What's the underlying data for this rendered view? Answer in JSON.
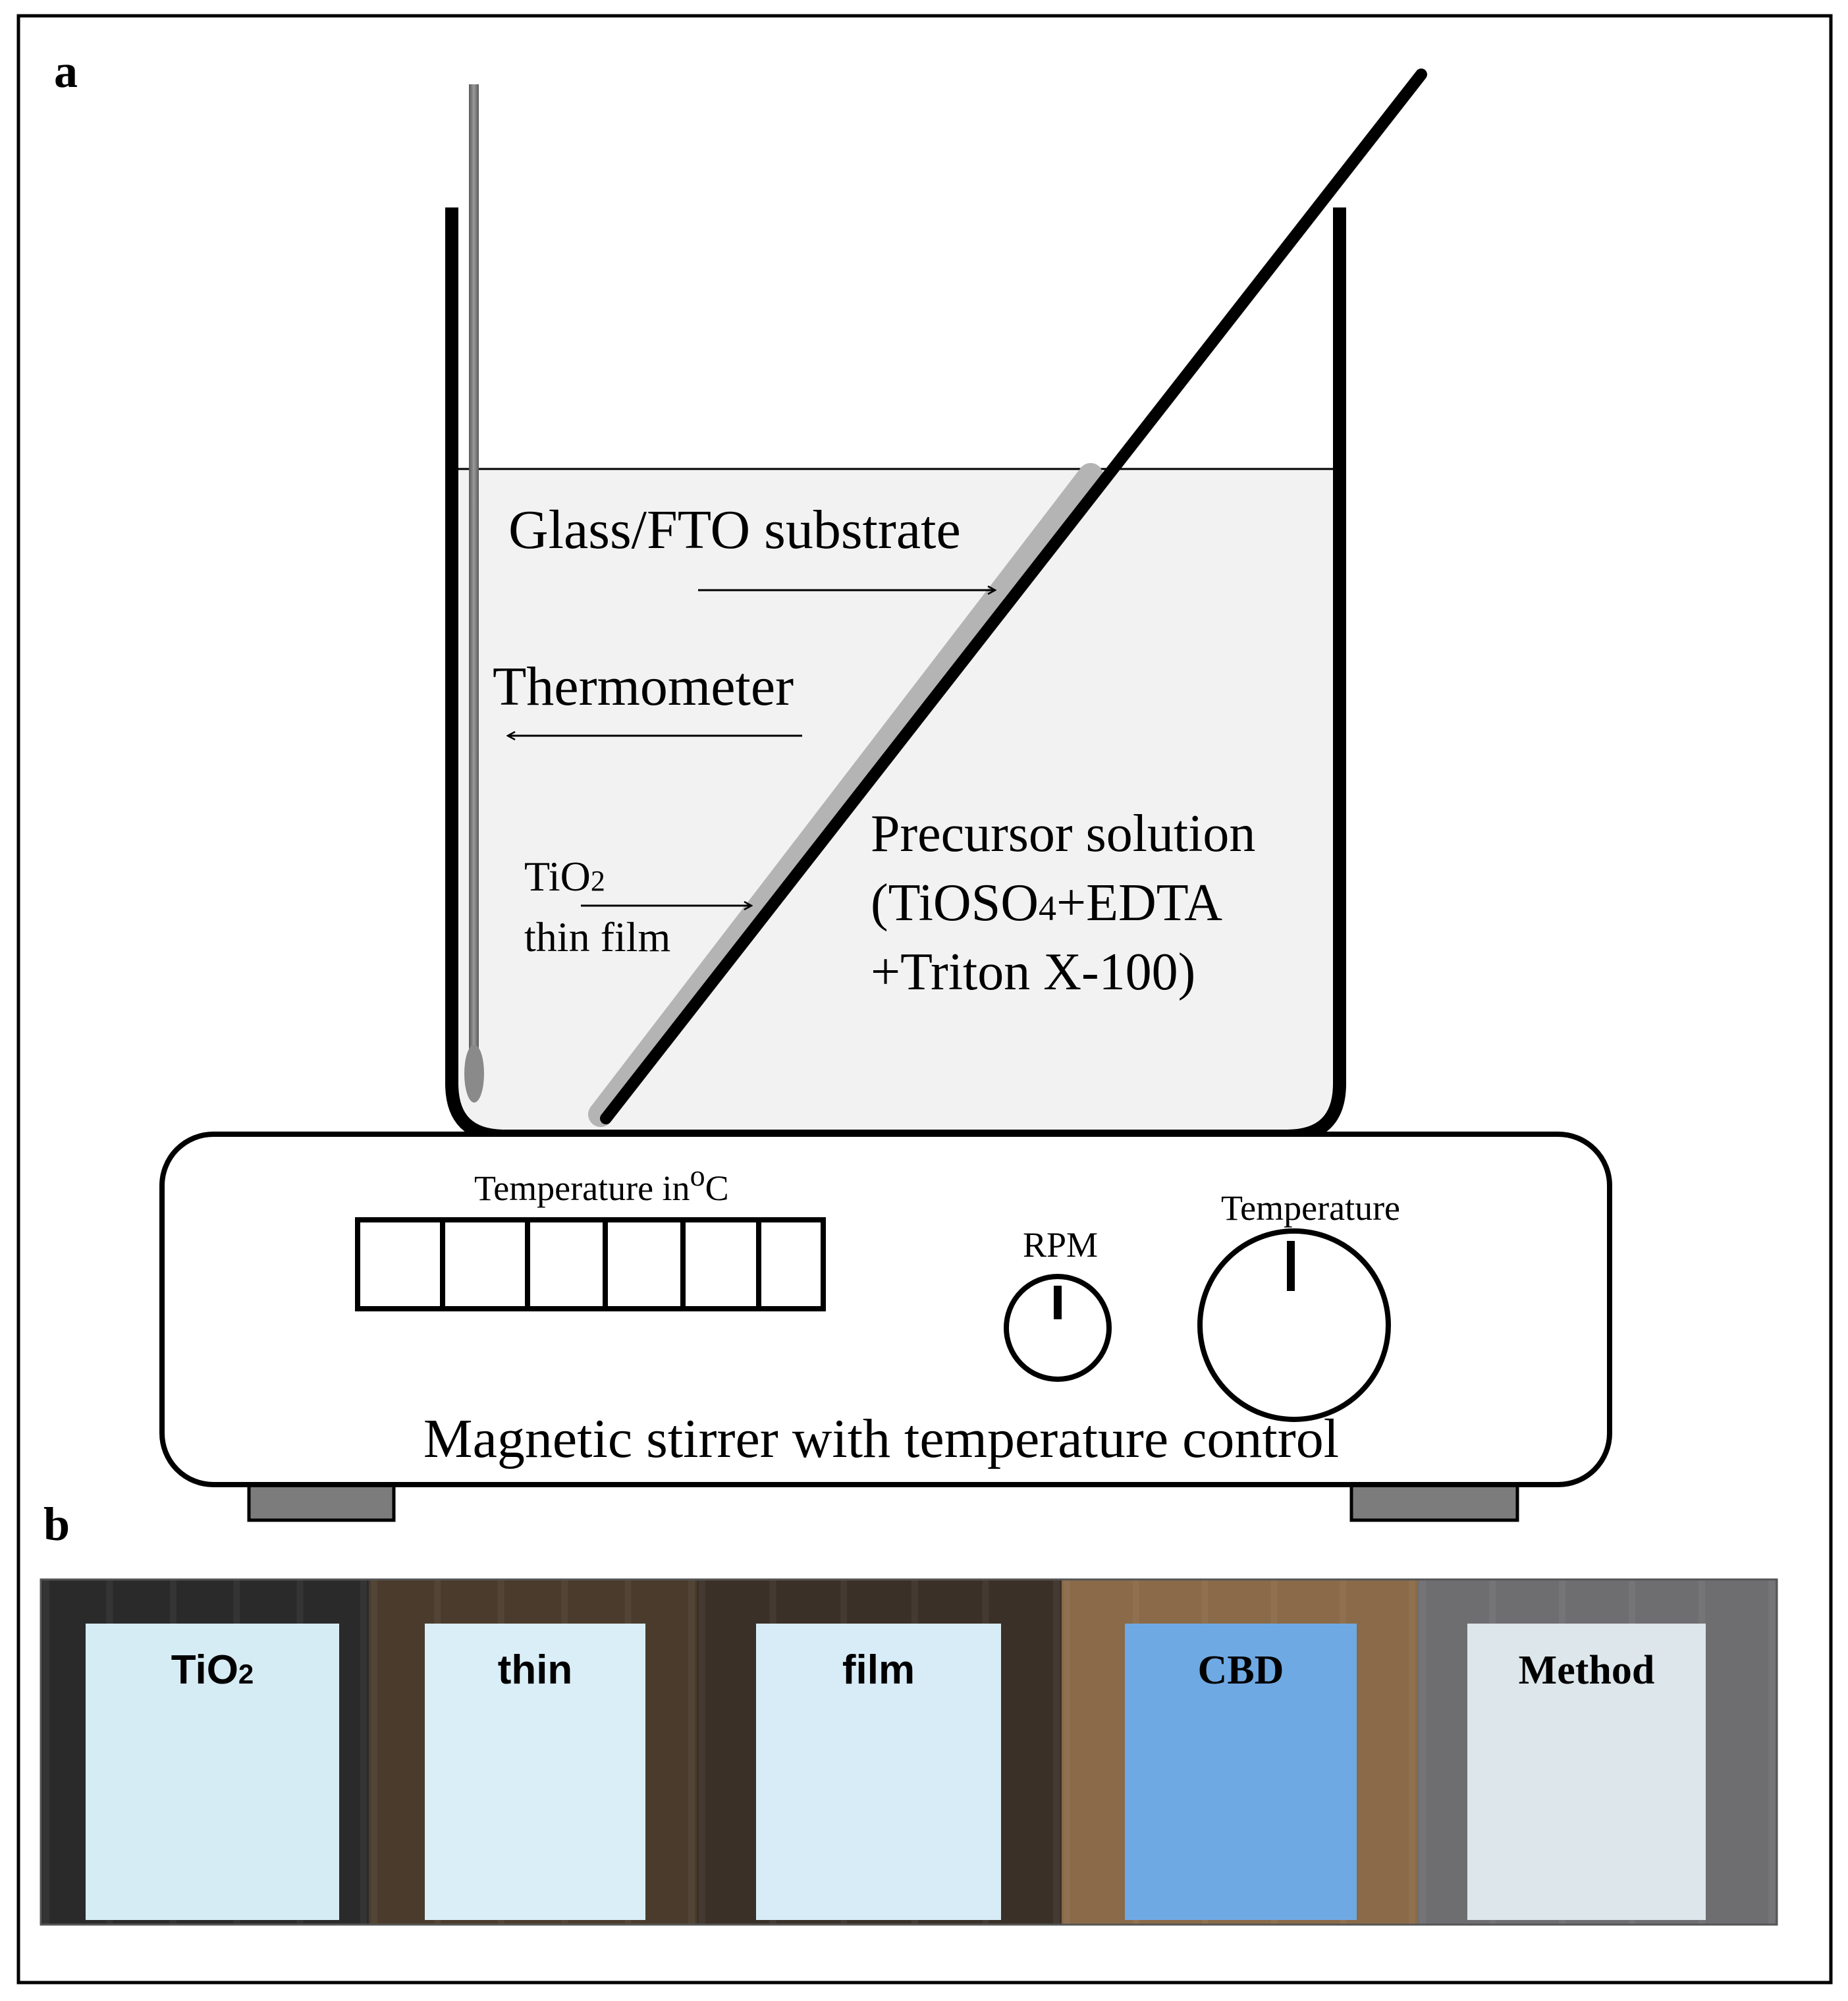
{
  "panel_a": {
    "letter": "a",
    "labels": {
      "substrate": "Glass/FTO substrate",
      "thermometer": "Thermometer",
      "film_line1_main": "TiO",
      "film_line1_sub": "2",
      "film_line2": "thin film",
      "precursor_line1": "Precursor solution",
      "precursor_line2_a": "(TiOSO",
      "precursor_line2_sub": "4",
      "precursor_line2_b": "+EDTA",
      "precursor_line3": "+Triton X-100)"
    },
    "stirrer": {
      "display_label_main": "Temperature in",
      "display_label_sup": "o",
      "display_label_unit": "C",
      "display_digit_count": 6,
      "rpm_label": "RPM",
      "temperature_label": "Temperature",
      "caption": "Magnetic stirrer with temperature control"
    }
  },
  "panel_b": {
    "letter": "b",
    "samples": [
      {
        "label": "TiO",
        "sub": "2",
        "film_color": "#d6ecf5",
        "background": "#2a2a2a"
      },
      {
        "label": "thin",
        "sub": "",
        "film_color": "#daeef8",
        "background": "#4a3b2c"
      },
      {
        "label": "film",
        "sub": "",
        "film_color": "#d8ecf7",
        "background": "#3a3028"
      },
      {
        "label": "CBD",
        "sub": "",
        "film_color": "#6fa9e4",
        "background": "#8a6a48"
      },
      {
        "label": "Method",
        "sub": "",
        "film_color": "#dde6ea",
        "background": "#6e6e70"
      }
    ]
  },
  "colors": {
    "solution": "#f2f2f2",
    "film_coating": "#b4b4b4",
    "feet": "#7c7c7c",
    "outline": "#000000"
  }
}
